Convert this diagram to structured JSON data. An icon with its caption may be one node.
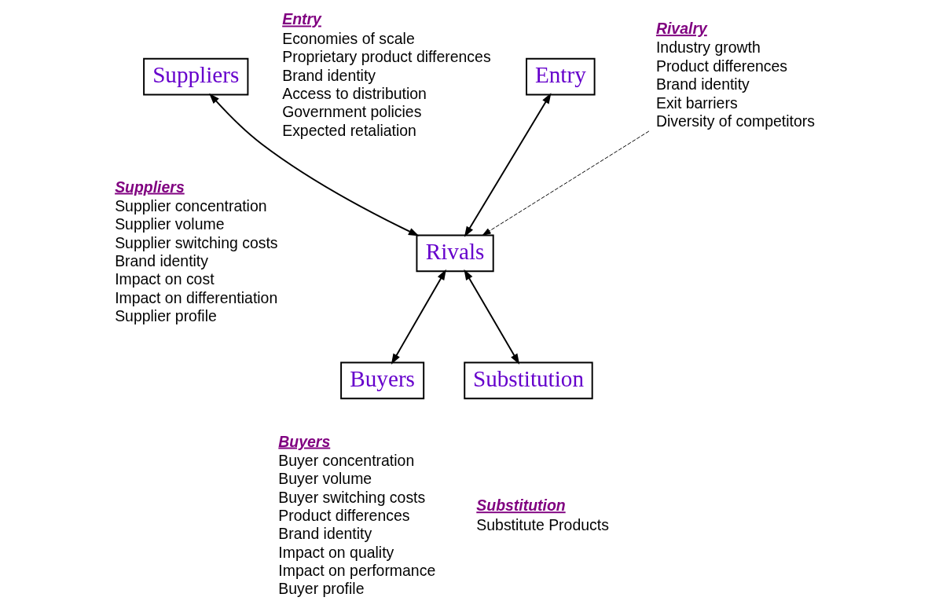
{
  "diagram": {
    "nodes": [
      {
        "text": [
          "Entry"
        ]
      },
      {
        "text": [
          "Suppliers"
        ]
      },
      {
        "text": [
          "Rivals"
        ]
      },
      {
        "text": [
          "Buyers"
        ]
      },
      {
        "text": [
          "Substitution"
        ]
      },
      {
        "text": [
          "Rivalry",
          "Industry growth",
          "Product differences",
          "Brand identity",
          "Exit barriers",
          "Diversity of competitors"
        ]
      }
    ],
    "edges": [
      {
        "from": 0,
        "to": 2,
        "arrow": "both"
      },
      {
        "from": 1,
        "to": 2,
        "arrow": "both"
      },
      {
        "from": 2,
        "to": 3,
        "arrow": "both"
      },
      {
        "from": 2,
        "to": 4,
        "arrow": "both"
      },
      {
        "from": 5,
        "to": 2,
        "arrow": "to",
        "style": "dashed"
      }
    ],
    "labels": [
      "Entry",
      "Economies of scale",
      "Proprietary product differences",
      "Brand identity",
      "Access to distribution",
      "Government policies",
      "Expected retaliation",
      "Suppliers",
      "Supplier concentration",
      "Supplier volume",
      "Supplier switching costs",
      "Brand identity",
      "Impact on cost",
      "Impact on differentiation",
      "Supplier profile",
      "Buyers",
      "Buyer concentration",
      "Buyer volume",
      "Buyer switching costs",
      "Product differences",
      "Brand identity",
      "Impact on quality",
      "Impact on performance",
      "Buyer profile",
      "Substitution",
      "Substitute Products"
    ]
  }
}
